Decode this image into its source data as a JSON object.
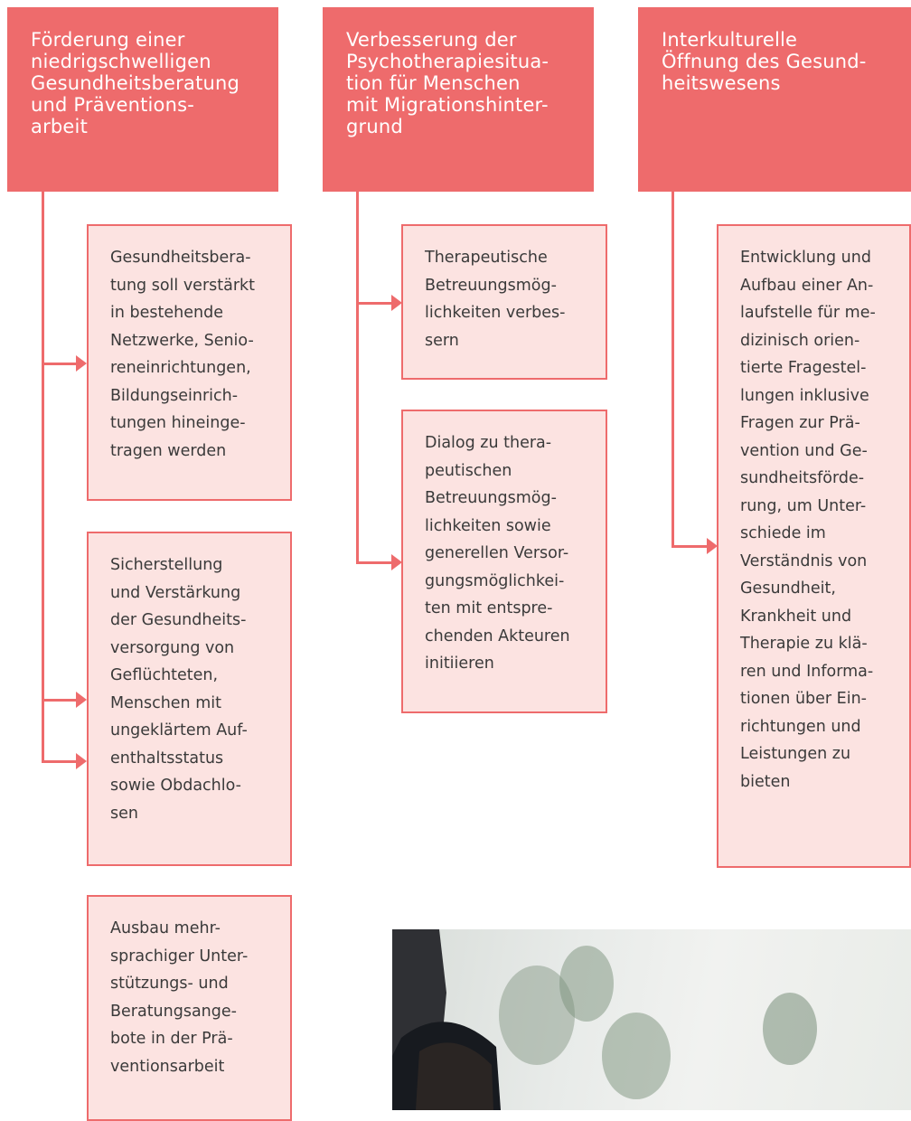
{
  "columns": [
    {
      "header": "Förderung einer\nniedrigschwelligen\nGesundheitsberatung\nund Präventions-\narbeit",
      "items": [
        "Gesundheitsbera-\ntung soll verstärkt\nin bestehende\nNetzwerke, Senio-\nreneinrichtungen,\nBildungseinrich-\ntungen hineinge-\ntragen werden",
        "Sicherstellung\nund Verstärkung\nder Gesundheits-\nversorgung von\nGeflüchteten,\nMenschen mit\nungeklärtem Auf-\nenthaltsstatus\nsowie Obdachlo-\nsen",
        "Ausbau mehr-\nsprachiger Unter-\nstützungs- und\nBeratungsange-\nbote in der Prä-\nventionsarbeit"
      ]
    },
    {
      "header": "Verbesserung der\nPsychotherapiesitua-\ntion für Menschen\nmit Migrationshinter-\ngrund",
      "items": [
        "Therapeutische\nBetreuungsmög-\nlichkeiten verbes-\nsern",
        "Dialog zu thera-\npeutischen\nBetreuungsmög-\nlichkeiten sowie\ngenerellen Versor-\ngungsmöglichkei-\nten mit entspre-\nchenden Akteuren\ninitiieren"
      ]
    },
    {
      "header": "Interkulturelle\nÖffnung des Gesund-\nheitswesens",
      "items": [
        "Entwicklung und\nAufbau einer An-\nlaufstelle für me-\ndizinisch orien-\ntierte Fragestel-\nlungen inklusive\nFragen zur Prä-\nvention und Ge-\nsundheitsförde-\nrung, um Unter-\nschiede im\nVerständnis von\nGesundheit,\nKrankheit und\nTherapie zu klä-\nren und Informa-\ntionen über Ein-\nrichtungen und\nLeistungen zu\nbieten"
      ]
    }
  ],
  "colors": {
    "accent": "#ee6b6c",
    "card_fill": "#fce3e1",
    "card_text": "#3a3a3a",
    "header_text": "#ffffff"
  },
  "photo": {
    "icon": "portrait-photo"
  }
}
